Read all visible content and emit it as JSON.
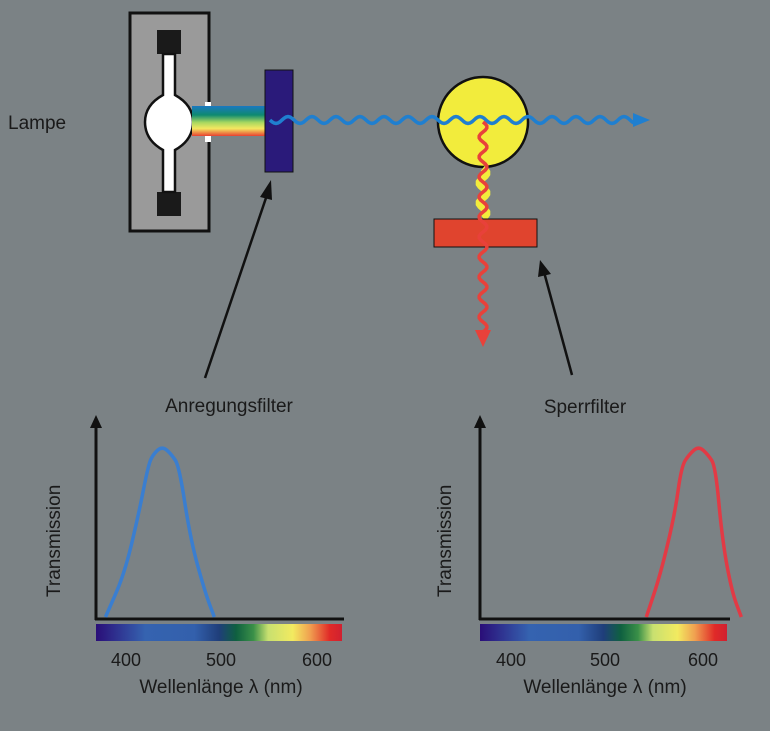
{
  "labels": {
    "lamp": "Lampe",
    "excitation_filter": "Anregungsfilter",
    "barrier_filter": "Sperrfilter"
  },
  "colors": {
    "background": "#7b8285",
    "excitation_light": "#1f7fd0",
    "emission_light": "#e8413a",
    "sample": "#f2ec3c",
    "excitation_filter": "#2a1a7a",
    "barrier_filter": "#e0442e",
    "excitation_curve": "#3a7ed0",
    "barrier_curve": "#e23a45"
  },
  "chart_data": [
    {
      "type": "line",
      "title": "Anregungsfilter",
      "xlabel": "Wellenlänge λ (nm)",
      "ylabel": "Transmission",
      "xticks": [
        "400",
        "500",
        "600"
      ],
      "xlim": [
        370,
        630
      ],
      "ylim": [
        0,
        1
      ],
      "series": [
        {
          "name": "Anregungsfilter",
          "x": [
            380,
            400,
            415,
            425,
            430,
            440,
            450,
            458,
            470,
            485,
            495
          ],
          "y": [
            0.0,
            0.25,
            0.6,
            0.88,
            0.95,
            1.0,
            0.95,
            0.88,
            0.45,
            0.15,
            0.0
          ]
        }
      ]
    },
    {
      "type": "line",
      "title": "Sperrfilter",
      "xlabel": "Wellenlänge λ (nm)",
      "ylabel": "Transmission",
      "xticks": [
        "400",
        "500",
        "600"
      ],
      "xlim": [
        370,
        630
      ],
      "ylim": [
        0,
        1
      ],
      "series": [
        {
          "name": "Sperrfilter",
          "x": [
            545,
            560,
            575,
            582,
            590,
            600,
            610,
            618,
            625,
            635,
            645
          ],
          "y": [
            0.0,
            0.25,
            0.6,
            0.88,
            0.95,
            1.0,
            0.95,
            0.88,
            0.45,
            0.15,
            0.0
          ]
        }
      ]
    }
  ]
}
